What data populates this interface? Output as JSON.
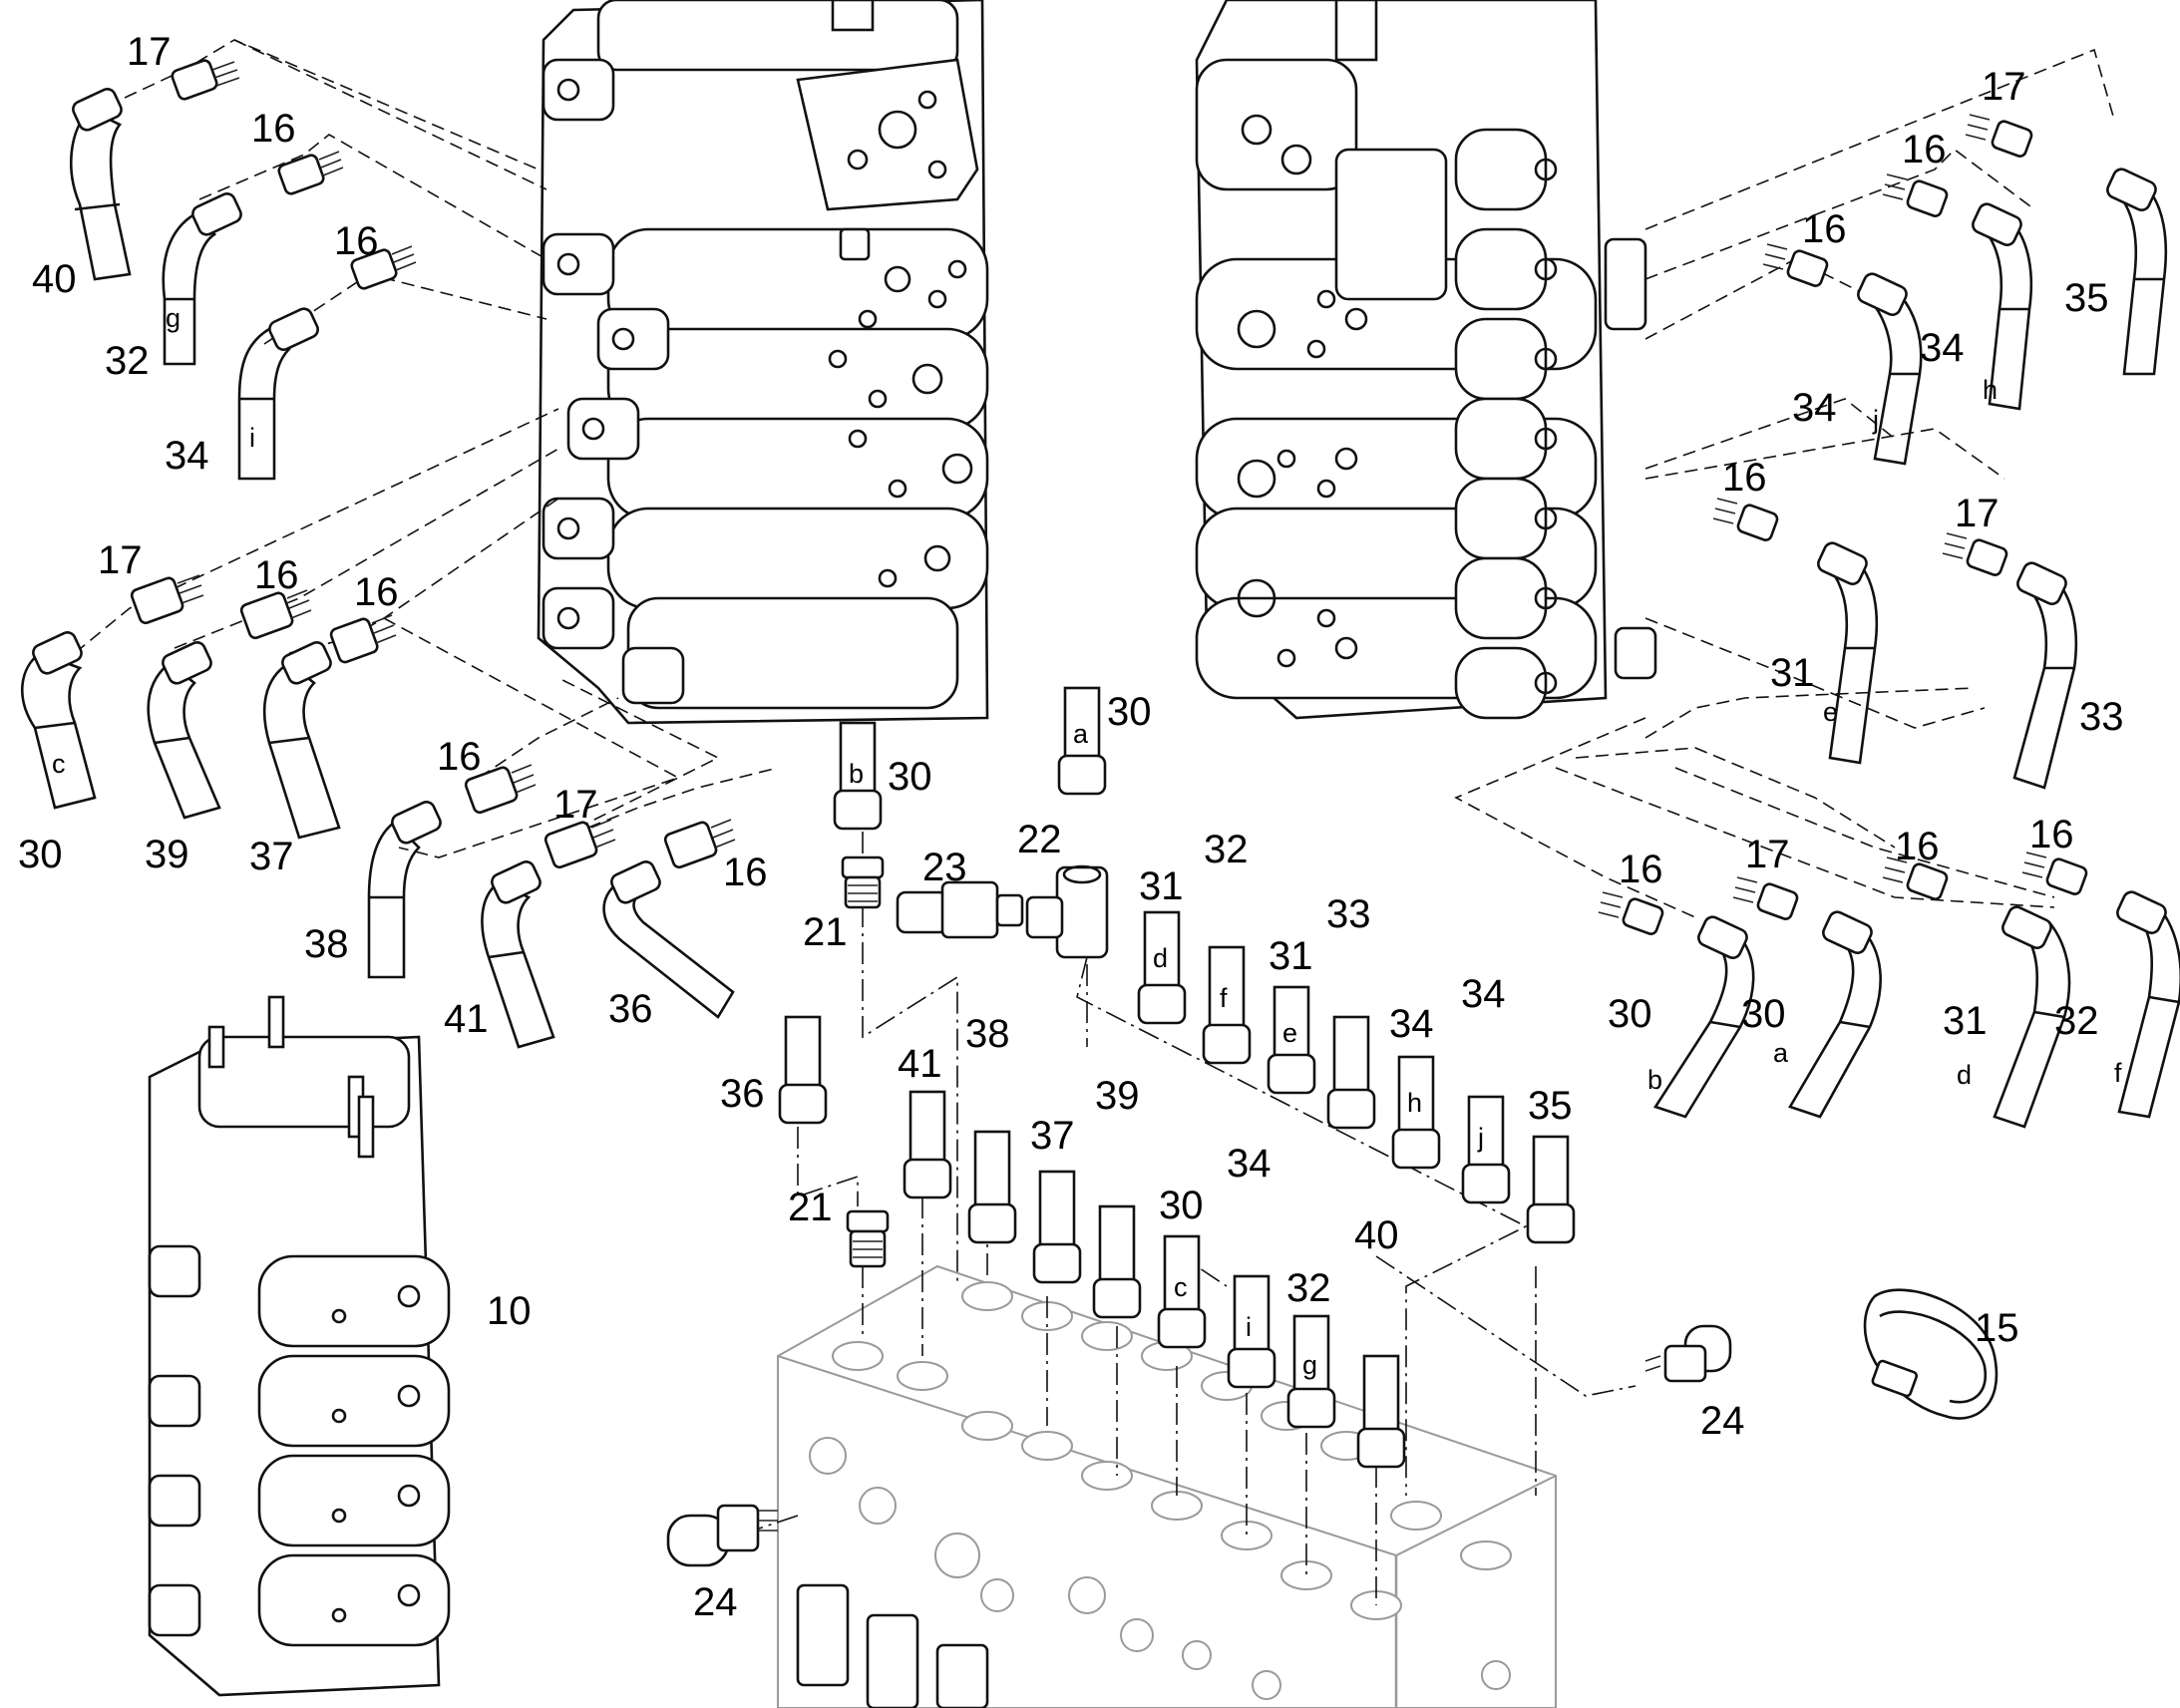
{
  "labels": {
    "p10": "10",
    "p15": "15",
    "p16": "16",
    "p17": "17",
    "p21": "21",
    "p22": "22",
    "p23": "23",
    "p24": "24",
    "p30": "30",
    "p31": "31",
    "p32": "32",
    "p33": "33",
    "p34": "34",
    "p35": "35",
    "p36": "36",
    "p37": "37",
    "p38": "38",
    "p39": "39",
    "p40": "40",
    "p41": "41"
  },
  "hose_tags": {
    "a": "a",
    "b": "b",
    "c": "c",
    "d": "d",
    "e": "e",
    "f": "f",
    "g": "g",
    "h": "h",
    "i": "i",
    "j": "j"
  }
}
